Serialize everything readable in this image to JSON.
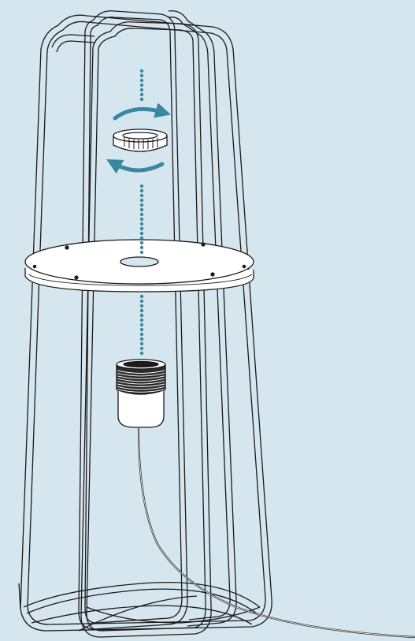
{
  "figure": {
    "subject": "lamp-cage-assembly",
    "steps": [
      "screw-ring",
      "wooden-disc",
      "bulb-socket",
      "power-cord"
    ]
  },
  "colors": {
    "background": "#d6e6ee",
    "line": "#1a1a1a",
    "accent": "#3a88a0",
    "fill": "#ffffff"
  },
  "icons": {
    "rotate_clockwise": "arrow-rotate-cw",
    "rotate_counterclockwise": "arrow-rotate-ccw",
    "guide": "dotted-line"
  }
}
